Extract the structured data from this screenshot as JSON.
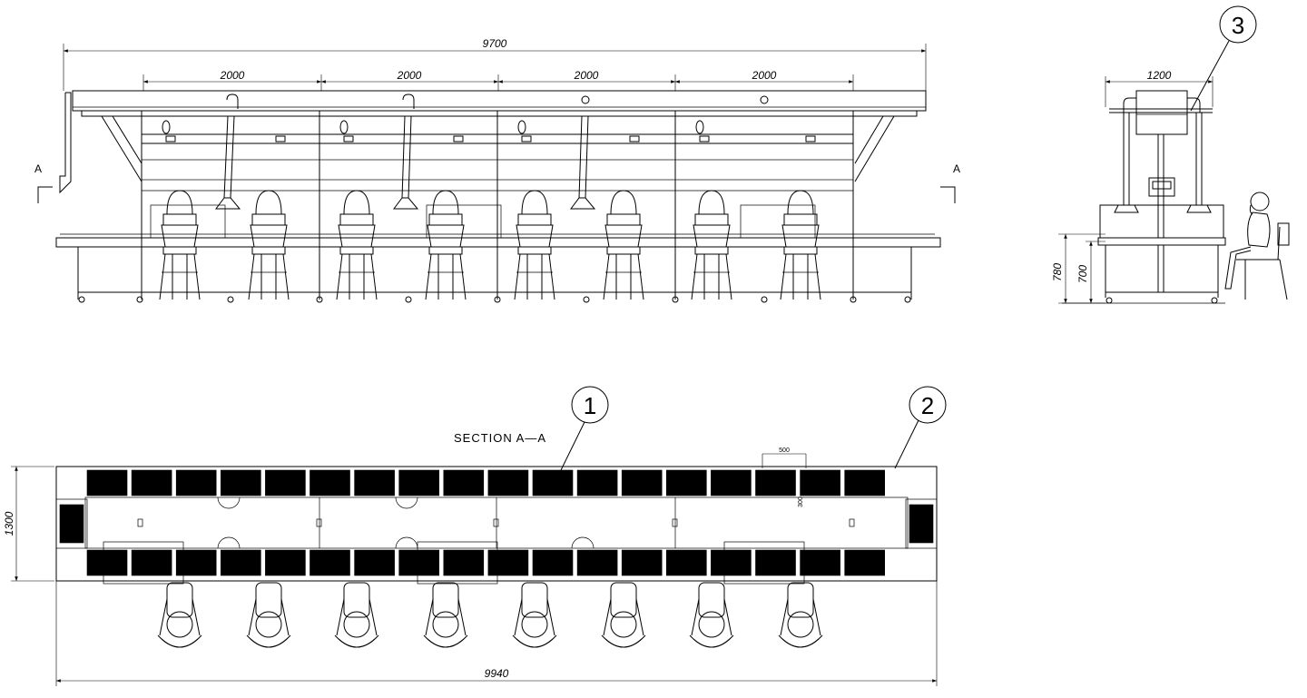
{
  "front_view": {
    "overall_dim": "9700",
    "module_dims": [
      "2000",
      "2000",
      "2000",
      "2000"
    ],
    "section_marker": "A"
  },
  "side_view": {
    "width_dim": "1200",
    "height_dim_outer": "780",
    "height_dim_inner": "700"
  },
  "top_view": {
    "section_title": "SECTION A—A",
    "overall_length_dim": "9940",
    "overall_width_dim": "1300",
    "tray_length_dim": "500",
    "tray_width_dim": "300"
  },
  "balloons": [
    "1",
    "2",
    "3"
  ]
}
